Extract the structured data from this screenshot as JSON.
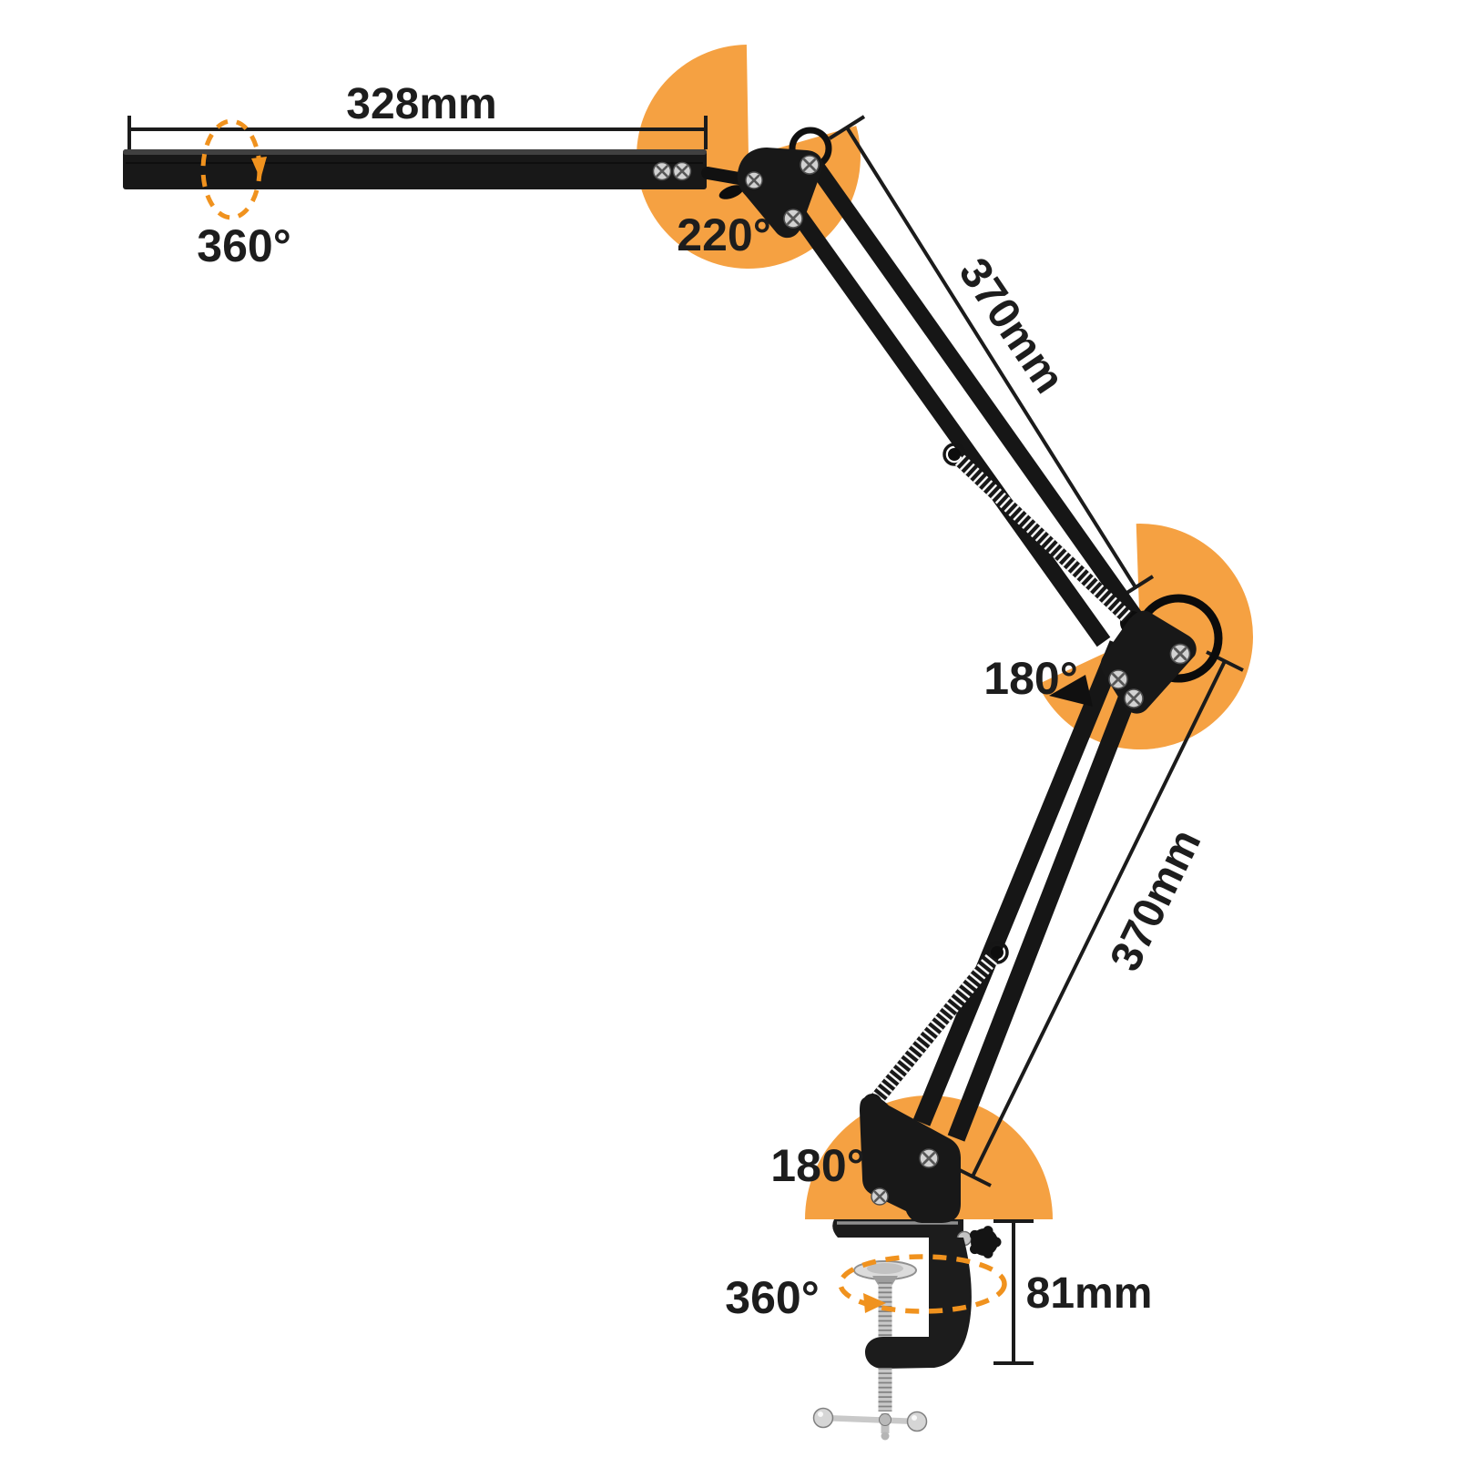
{
  "diagram": {
    "dimensions": {
      "head_length": "328mm",
      "upper_arm_length": "370mm",
      "lower_arm_length": "370mm",
      "clamp_height": "81mm"
    },
    "rotations": {
      "head_swivel": "360°",
      "top_joint": "220°",
      "middle_joint": "180°",
      "bottom_joint": "180°",
      "base_swivel": "360°"
    },
    "colors": {
      "accent_orange": "#F5A142",
      "dash_orange": "#F0921E",
      "ink": "#1D1D1D"
    }
  }
}
